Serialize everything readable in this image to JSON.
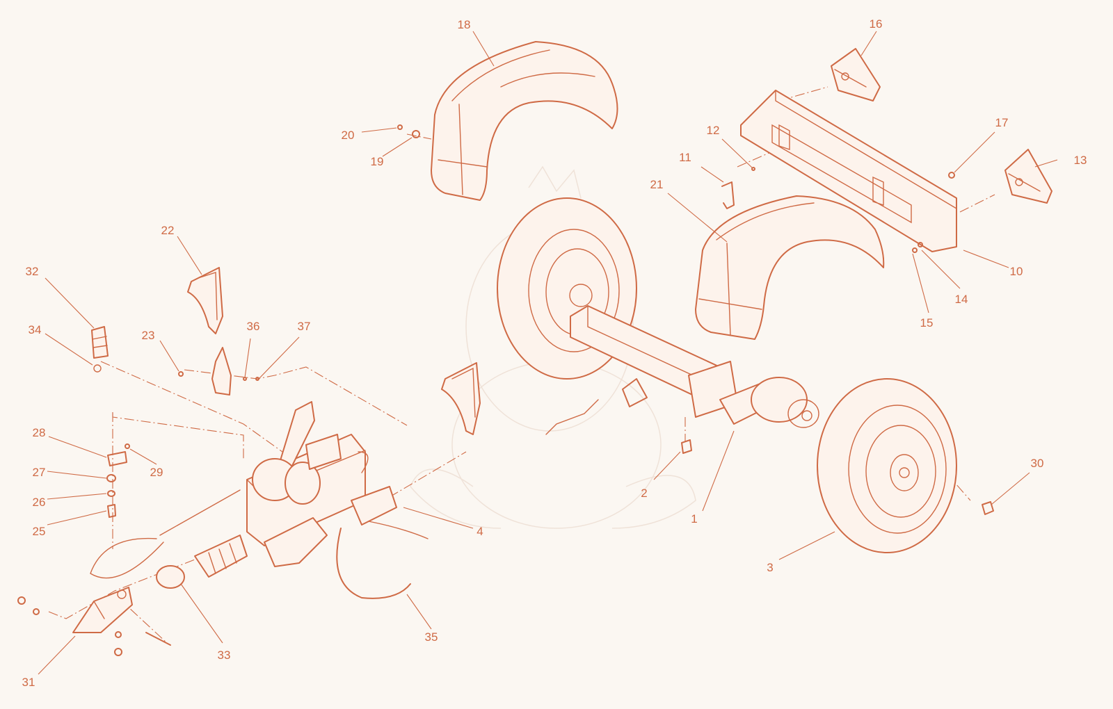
{
  "colors": {
    "accent": "#cf6a45",
    "faint": "#efe2d8",
    "background": "#fbf7f2"
  },
  "callouts": {
    "c1": "1",
    "c2": "2",
    "c3": "3",
    "c4": "4",
    "c10": "10",
    "c11": "11",
    "c12": "12",
    "c13": "13",
    "c14": "14",
    "c15": "15",
    "c16": "16",
    "c17": "17",
    "c18": "18",
    "c19": "19",
    "c20": "20",
    "c21": "21",
    "c22": "22",
    "c23": "23",
    "c25": "25",
    "c26": "26",
    "c27": "27",
    "c28": "28",
    "c29": "29",
    "c30": "30",
    "c31": "31",
    "c32": "32",
    "c33": "33",
    "c34": "34",
    "c35": "35",
    "c36": "36",
    "c37": "37"
  }
}
